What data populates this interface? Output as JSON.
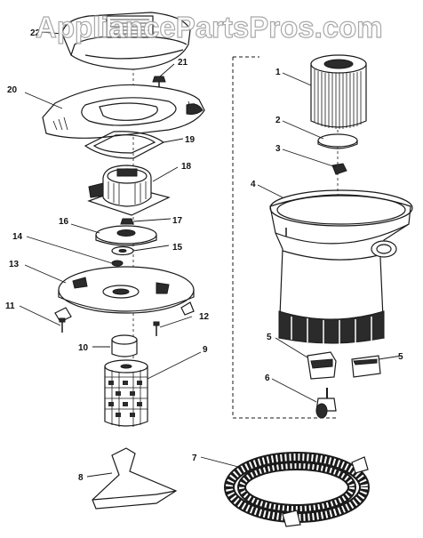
{
  "watermark": "AppliancePartsPros.com",
  "callouts": {
    "c1": "1",
    "c2": "2",
    "c3": "3",
    "c4": "4",
    "c5a": "5",
    "c5b": "5",
    "c6": "6",
    "c7": "7",
    "c8": "8",
    "c9": "9",
    "c10": "10",
    "c11": "11",
    "c12": "12",
    "c13": "13",
    "c14": "14",
    "c15": "15",
    "c16": "16",
    "c17": "17",
    "c18": "18",
    "c19": "19",
    "c20": "20",
    "c21": "21",
    "c22": "22"
  }
}
